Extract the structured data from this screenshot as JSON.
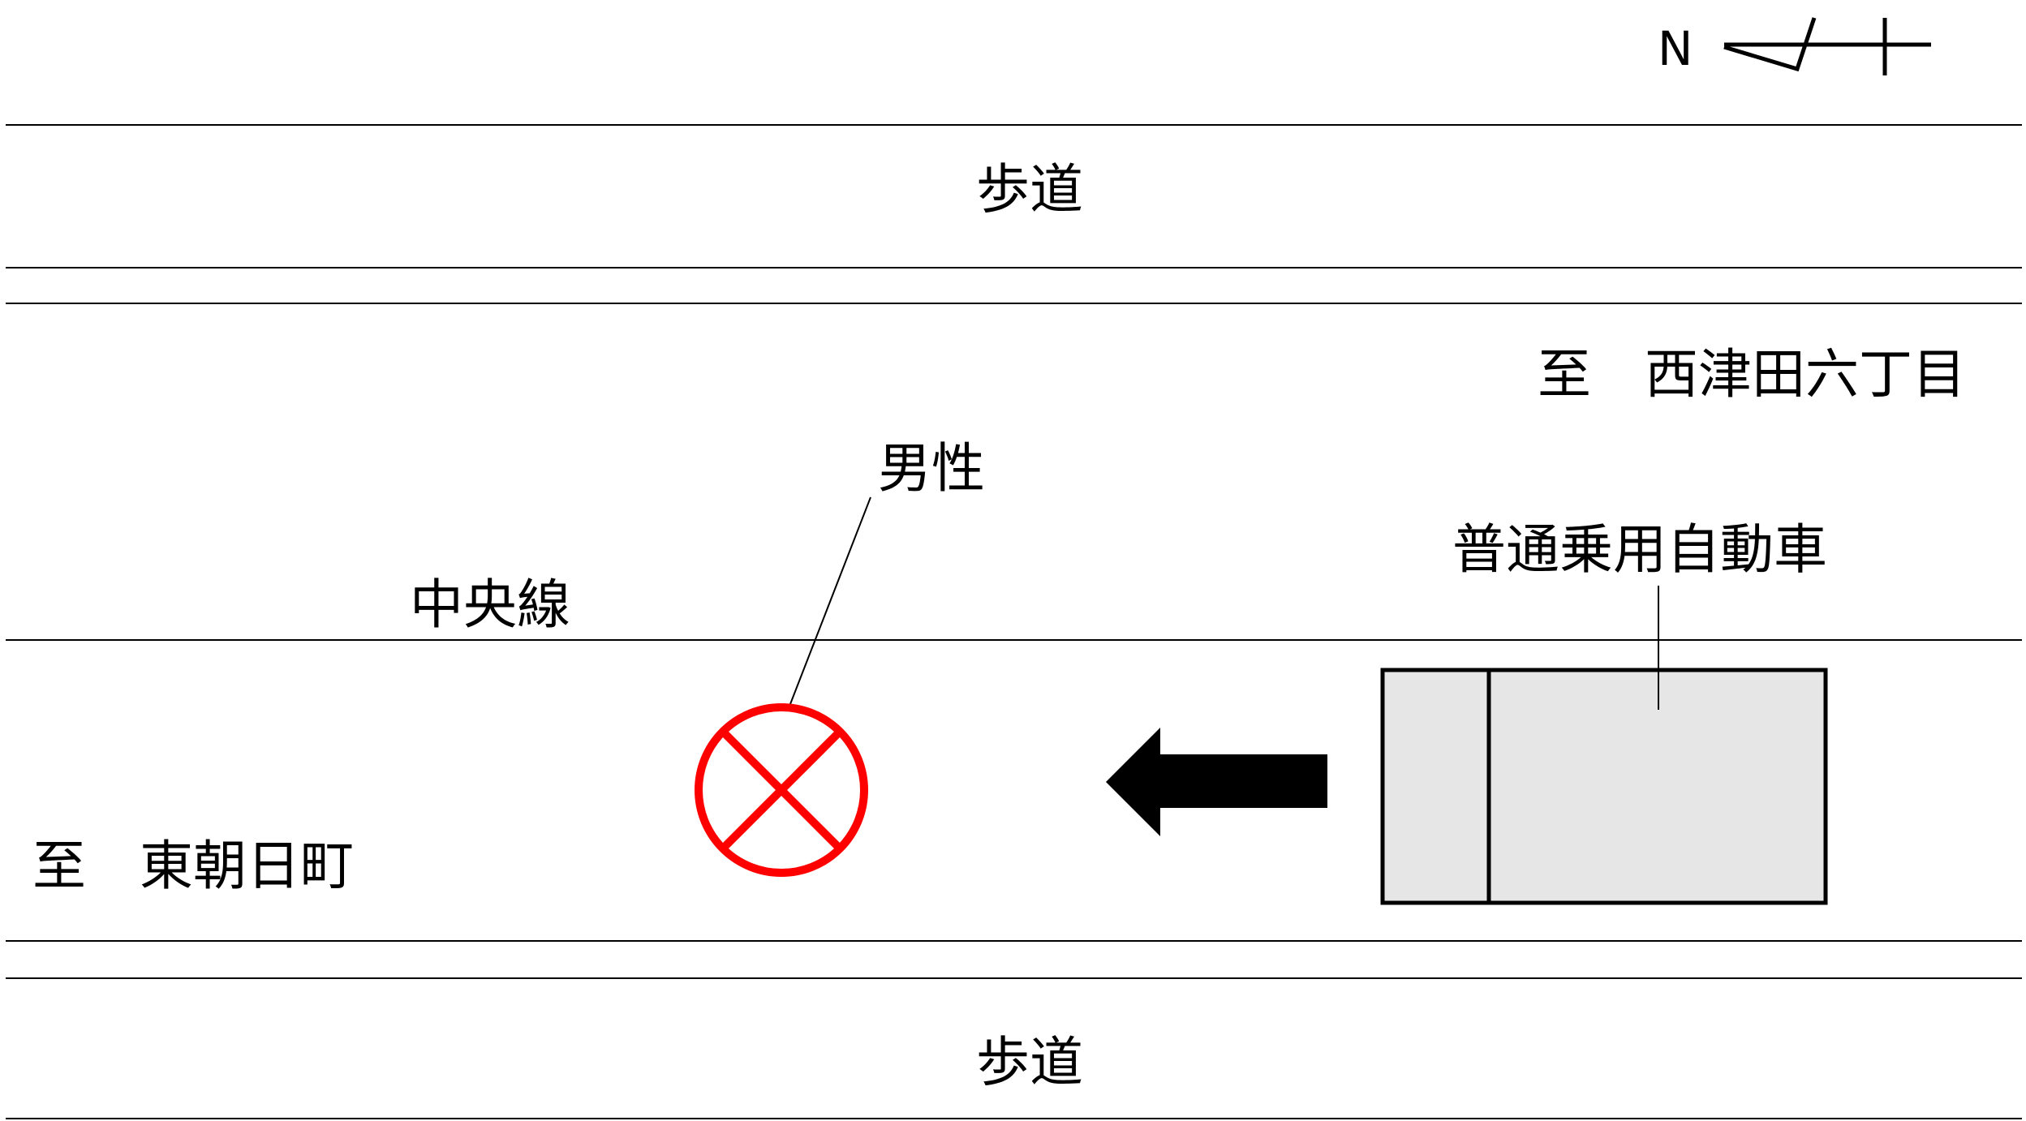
{
  "compass": {
    "letter": "N"
  },
  "labels": {
    "sidewalk_top": "歩道",
    "sidewalk_bottom": "歩道",
    "to_west": "至　西津田六丁目",
    "to_east": "至　東朝日町",
    "pedestrian": "男性",
    "center_line": "中央線",
    "vehicle": "普通乗用自動車"
  },
  "colors": {
    "line": "#000000",
    "pedestrian_marker": "#ff0000",
    "vehicle_fill": "#e6e6e6",
    "arrow": "#000000"
  },
  "icons": {
    "pedestrian": "circled-x-icon",
    "direction": "arrow-left-icon",
    "north": "north-arrow-icon"
  }
}
